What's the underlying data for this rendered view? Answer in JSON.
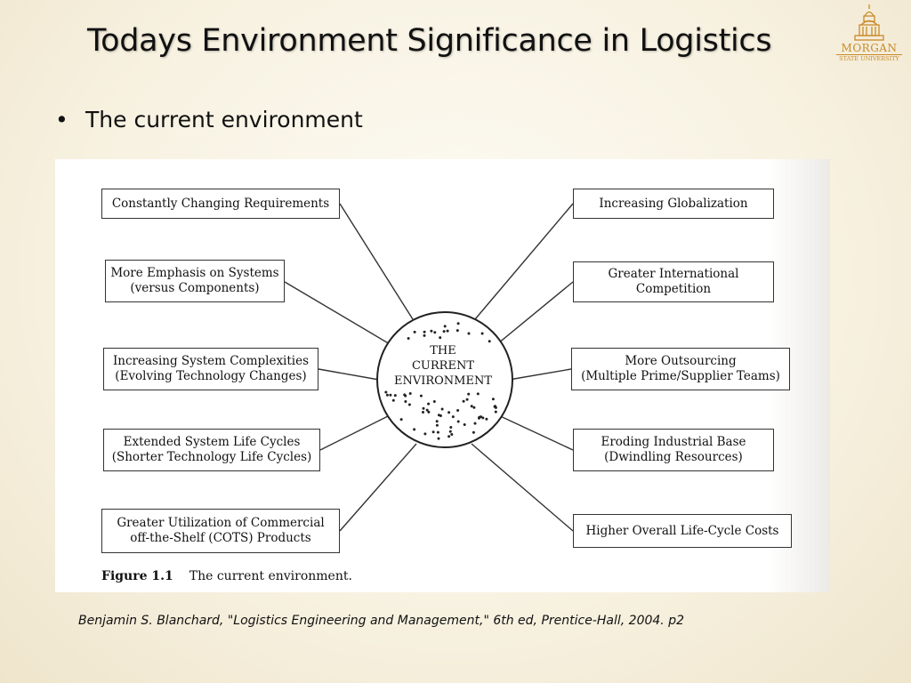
{
  "slide": {
    "title": "Todays Environment Significance in Logistics",
    "bullet": "The current environment",
    "citation": "Benjamin S. Blanchard, \"Logistics Engineering and Management,\" 6th ed, Prentice-Hall, 2004. p2"
  },
  "logo": {
    "name": "MORGAN",
    "subtitle": "STATE UNIVERSITY",
    "color": "#c98a2a"
  },
  "figure": {
    "center": [
      "THE",
      "CURRENT",
      "ENVIRONMENT"
    ],
    "caption_label": "Figure 1.1",
    "caption_text": "The current environment.",
    "left_boxes": [
      {
        "lines": [
          "Constantly Changing Requirements"
        ]
      },
      {
        "lines": [
          "More Emphasis on Systems",
          "(versus Components)"
        ]
      },
      {
        "lines": [
          "Increasing System Complexities",
          "(Evolving Technology Changes)"
        ]
      },
      {
        "lines": [
          "Extended System Life Cycles",
          "(Shorter Technology Life Cycles)"
        ]
      },
      {
        "lines": [
          "Greater Utilization of Commercial",
          "off-the-Shelf (COTS) Products"
        ]
      }
    ],
    "right_boxes": [
      {
        "lines": [
          "Increasing Globalization"
        ]
      },
      {
        "lines": [
          "Greater International",
          "Competition"
        ]
      },
      {
        "lines": [
          "More Outsourcing",
          "(Multiple Prime/Supplier Teams)"
        ]
      },
      {
        "lines": [
          "Eroding Industrial Base",
          "(Dwindling Resources)"
        ]
      },
      {
        "lines": [
          "Higher Overall Life-Cycle Costs"
        ]
      }
    ]
  }
}
